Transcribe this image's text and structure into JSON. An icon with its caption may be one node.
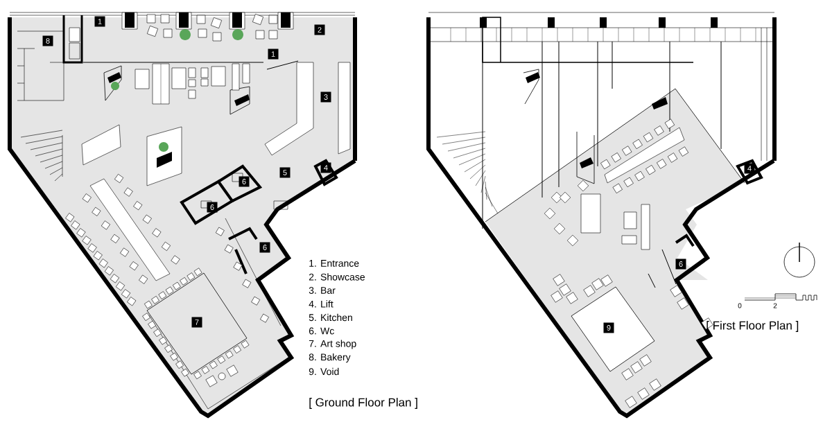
{
  "diagram": {
    "labels": [
      "1",
      "2",
      "8",
      "1",
      "3",
      "4",
      "5",
      "6",
      "6",
      "6",
      "7",
      "1. Entrance",
      "2. Showcase",
      "3. Bar",
      "4. Lift",
      "5. Kitchen",
      "6. Wc",
      "7. Art shop",
      "8. Bakery",
      "9. Void",
      "[ Ground Floor Plan ]",
      "4",
      "6",
      "9",
      "0",
      "2",
      "[ First Floor Plan ]"
    ]
  }
}
